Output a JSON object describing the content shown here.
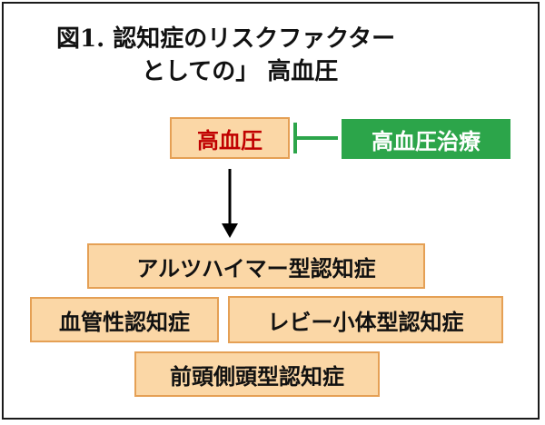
{
  "title": {
    "line1": "図1. 認知症のリスクファクター",
    "line2": "としての」 高血圧"
  },
  "diagram": {
    "risk_factor": "高血圧",
    "treatment": "高血圧治療",
    "dementias": [
      "アルツハイマー型認知症",
      "血管性認知症",
      "レビー小体型認知症",
      "前頭側頭型認知症"
    ]
  },
  "colors": {
    "box_fill": "#fbd7a6",
    "box_border": "#e5a055",
    "risk_factor_text": "#c00000",
    "treatment_fill": "#2ca54a",
    "inhibition_line": "#2ca54a",
    "arrow": "#000000"
  }
}
